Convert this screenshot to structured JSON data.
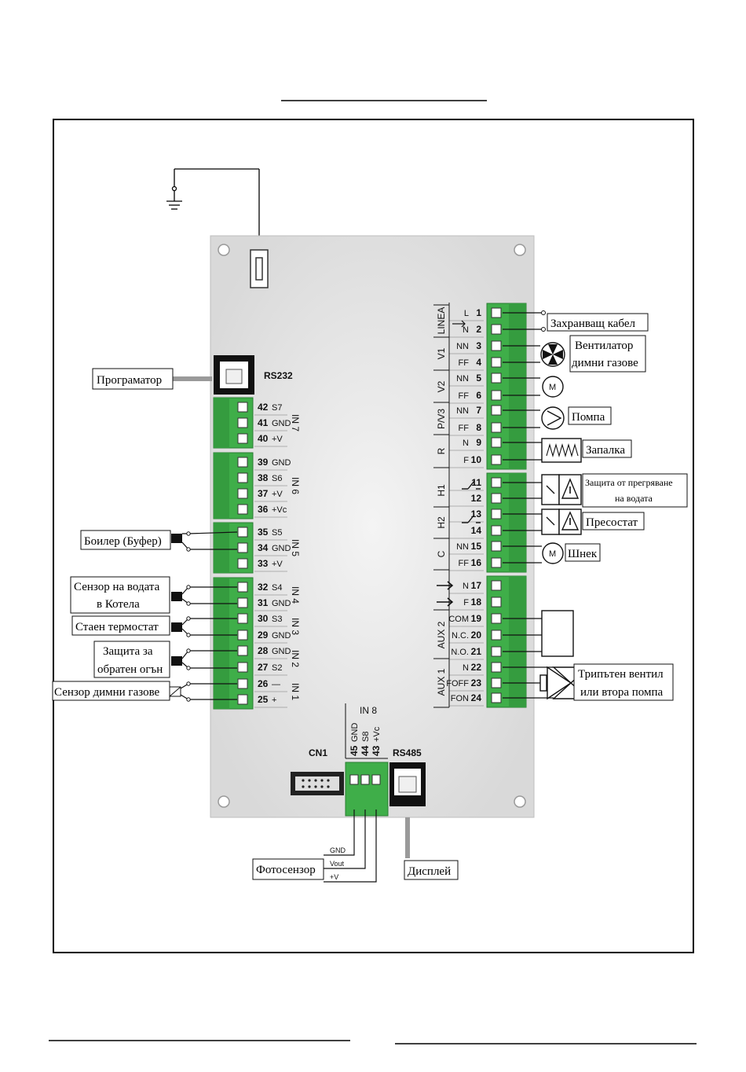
{
  "labels": {
    "programmer": "Програматор",
    "boiler": "Боилер (Буфер)",
    "water_sensor_1": "Сензор на водата",
    "water_sensor_2": "в Котела",
    "room_thermostat": "Стаен термостат",
    "backfire_1": "Защита за",
    "backfire_2": "обратен огън",
    "flue_sensor": "Сензор димни газове",
    "supply_cable": "Захранващ кабел",
    "fan_1": "Вентилатор",
    "fan_2": "димни газове",
    "pump": "Помпа",
    "igniter": "Запалка",
    "overheat_1": "Защита от прегряване",
    "overheat_2": "на водата",
    "pressostat": "Пресостат",
    "auger": "Шнек",
    "valve_1": "Трипътен вентил",
    "valve_2": "или втора помпа",
    "photosensor": "Фотосензор",
    "display": "Дисплей"
  },
  "board": {
    "rs232": "RS232",
    "rs485": "RS485",
    "cn1": "CN1",
    "in8": "IN 8",
    "in8_pins": [
      {
        "num": "45",
        "sig": "GND"
      },
      {
        "num": "44",
        "sig": "S8"
      },
      {
        "num": "43",
        "sig": "+Vc"
      }
    ],
    "photo_wires": [
      "GND",
      "Vout",
      "+V"
    ],
    "left_pins": [
      {
        "num": "42",
        "sig": "S7"
      },
      {
        "num": "41",
        "sig": "GND"
      },
      {
        "num": "40",
        "sig": "+V"
      },
      {
        "num": "39",
        "sig": "GND"
      },
      {
        "num": "38",
        "sig": "S6"
      },
      {
        "num": "37",
        "sig": "+V"
      },
      {
        "num": "36",
        "sig": "+Vc"
      },
      {
        "num": "35",
        "sig": "S5"
      },
      {
        "num": "34",
        "sig": "GND"
      },
      {
        "num": "33",
        "sig": "+V"
      },
      {
        "num": "32",
        "sig": "S4"
      },
      {
        "num": "31",
        "sig": "GND"
      },
      {
        "num": "30",
        "sig": "S3"
      },
      {
        "num": "29",
        "sig": "GND"
      },
      {
        "num": "28",
        "sig": "GND"
      },
      {
        "num": "27",
        "sig": "S2"
      },
      {
        "num": "26",
        "sig": "—"
      },
      {
        "num": "25",
        "sig": "+"
      }
    ],
    "left_groups": [
      "IN 7",
      "IN 6",
      "IN 5",
      "IN 4",
      "IN 3",
      "IN 2",
      "IN 1"
    ],
    "right_pins": [
      {
        "num": "1",
        "sig": "L"
      },
      {
        "num": "2",
        "sig": "N"
      },
      {
        "num": "3",
        "sig": "NN"
      },
      {
        "num": "4",
        "sig": "FF"
      },
      {
        "num": "5",
        "sig": "NN"
      },
      {
        "num": "6",
        "sig": "FF"
      },
      {
        "num": "7",
        "sig": "NN"
      },
      {
        "num": "8",
        "sig": "FF"
      },
      {
        "num": "9",
        "sig": "N"
      },
      {
        "num": "10",
        "sig": "F"
      },
      {
        "num": "11",
        "sig": ""
      },
      {
        "num": "12",
        "sig": ""
      },
      {
        "num": "13",
        "sig": ""
      },
      {
        "num": "14",
        "sig": ""
      },
      {
        "num": "15",
        "sig": "NN"
      },
      {
        "num": "16",
        "sig": "FF"
      },
      {
        "num": "17",
        "sig": "N"
      },
      {
        "num": "18",
        "sig": "F"
      },
      {
        "num": "19",
        "sig": "COM"
      },
      {
        "num": "20",
        "sig": "N.C."
      },
      {
        "num": "21",
        "sig": "N.O."
      },
      {
        "num": "22",
        "sig": "N"
      },
      {
        "num": "23",
        "sig": "FOFF"
      },
      {
        "num": "24",
        "sig": "FON"
      }
    ],
    "right_groups": [
      "LINEA",
      "V1",
      "V2",
      "P/V3",
      "R",
      "H1",
      "H2",
      "C",
      "AUX 2",
      "AUX 1"
    ],
    "motor_symbol": "M"
  },
  "colors": {
    "terminal_green": "#3fae49",
    "board_gray": "#e6e6e6",
    "frame": "#000000"
  }
}
